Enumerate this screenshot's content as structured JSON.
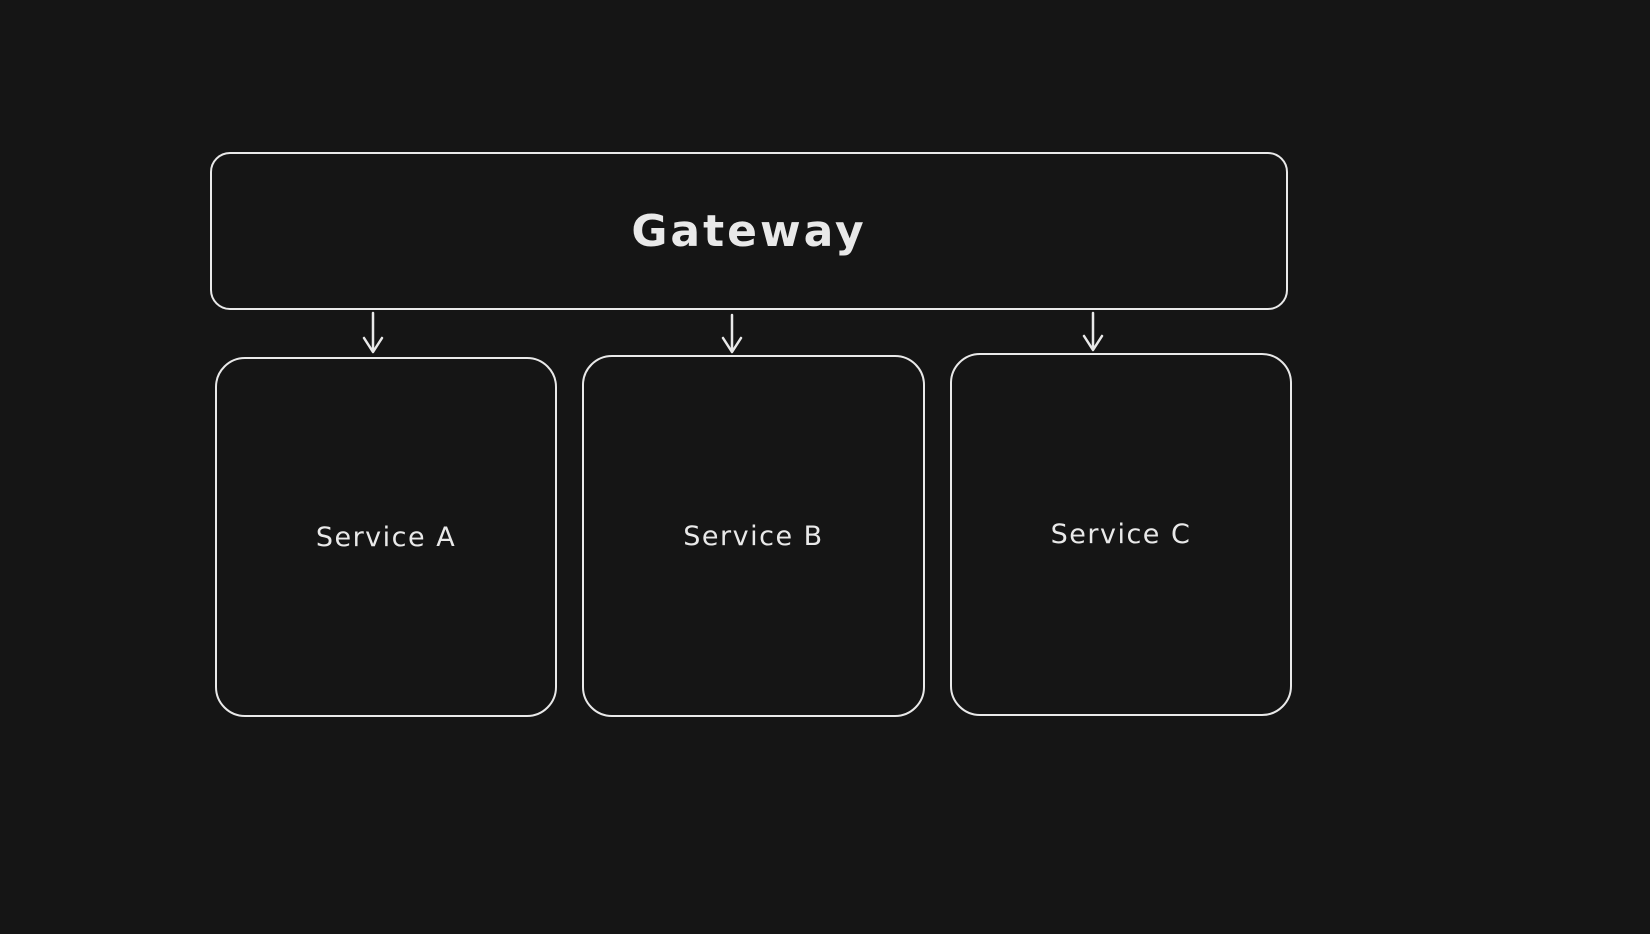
{
  "diagram": {
    "background_color": "#151515",
    "stroke_color": "#e9e9e9",
    "text_color": "#e9e9e9",
    "nodes": [
      {
        "id": "gateway",
        "label": "Gateway",
        "shape": "rounded-rectangle"
      },
      {
        "id": "service-a",
        "label": "Service A",
        "shape": "rounded-rectangle"
      },
      {
        "id": "service-b",
        "label": "Service B",
        "shape": "rounded-rectangle"
      },
      {
        "id": "service-c",
        "label": "Service C",
        "shape": "rounded-rectangle"
      }
    ],
    "edges": [
      {
        "from": "gateway",
        "to": "service-a",
        "style": "arrow-down"
      },
      {
        "from": "gateway",
        "to": "service-b",
        "style": "arrow-down"
      },
      {
        "from": "gateway",
        "to": "service-c",
        "style": "arrow-down"
      }
    ]
  }
}
